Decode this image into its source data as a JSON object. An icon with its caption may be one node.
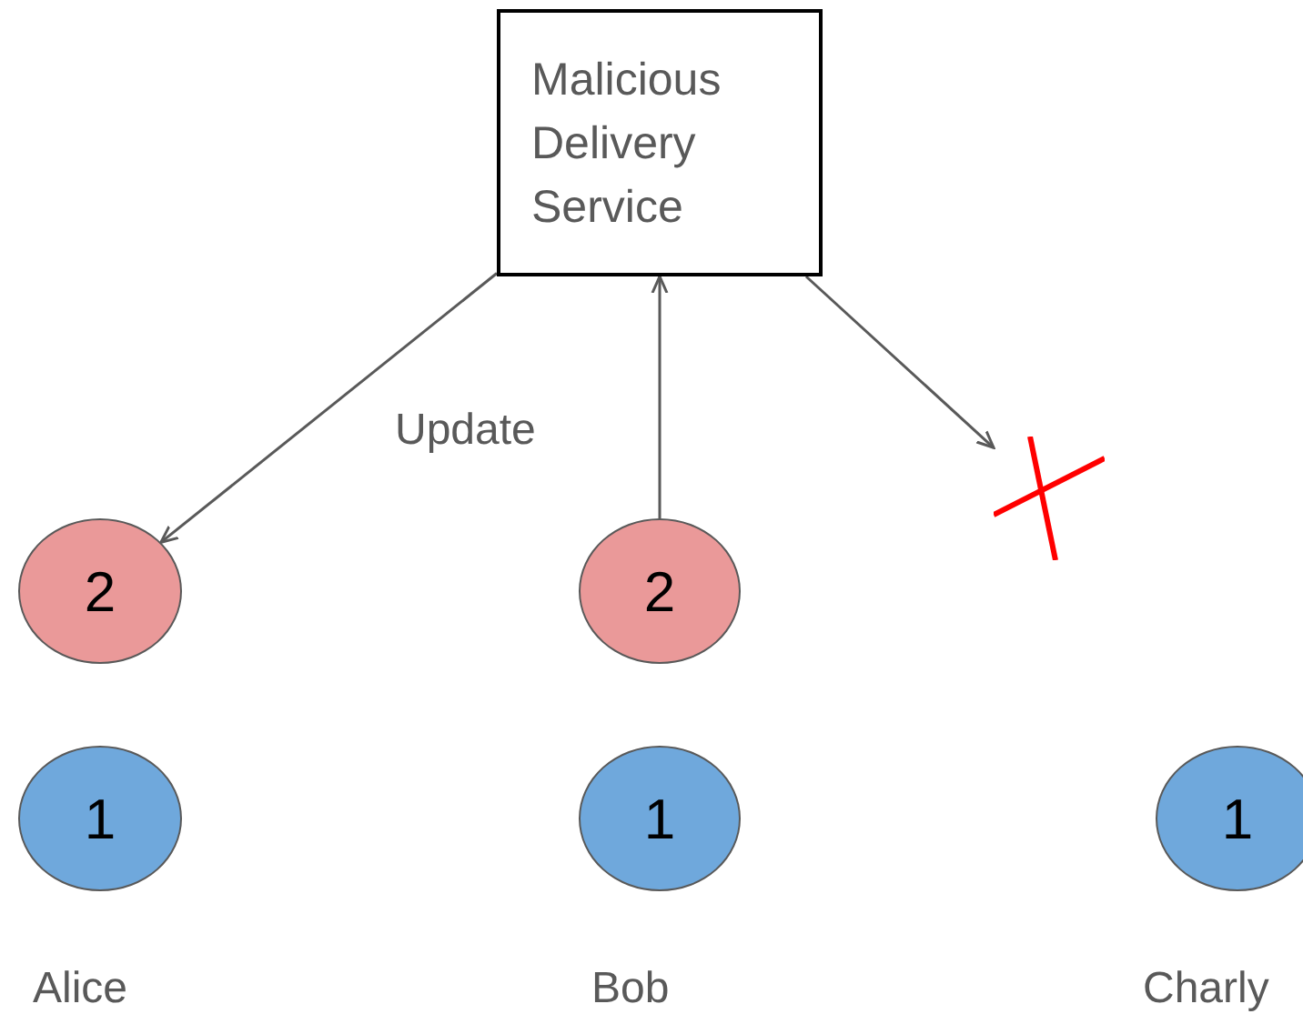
{
  "diagram": {
    "nodes": [
      {
        "text": [
          "Malicious Delivery Service"
        ]
      },
      {
        "text": [
          "2"
        ]
      },
      {
        "text": [
          "2"
        ]
      },
      {
        "text": [],
        "shape": "cross"
      },
      {
        "text": [
          "1"
        ]
      },
      {
        "text": [
          "1"
        ]
      },
      {
        "text": [
          "1"
        ]
      }
    ],
    "edges": [
      {
        "from": 0,
        "to": 1,
        "arrow": "to"
      },
      {
        "from": 2,
        "to": 0,
        "arrow": "to"
      },
      {
        "from": 0,
        "to": 3,
        "arrow": "to"
      }
    ],
    "labels": [
      "Update",
      "Alice",
      "Bob",
      "Charly"
    ]
  }
}
